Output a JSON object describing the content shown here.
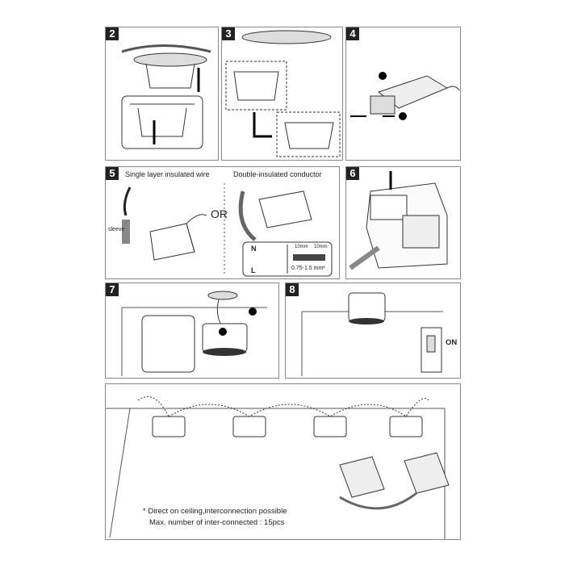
{
  "steps": [
    "2",
    "3",
    "4",
    "5",
    "6",
    "7",
    "8"
  ],
  "step5": {
    "single": "Single layer insulated wire",
    "double": "Double-insulated conductor",
    "or": "OR",
    "sleeve": "sleeve",
    "L": "L",
    "N": "N",
    "gauge": "0.75-1.5 mm²",
    "strip1": "10mm",
    "strip2": "10mm"
  },
  "step8": {
    "on": "ON"
  },
  "footer": {
    "line1": "* Direct on ceiling,interconnection possible",
    "line2": "Max. number of inter-connected : 15pcs"
  }
}
